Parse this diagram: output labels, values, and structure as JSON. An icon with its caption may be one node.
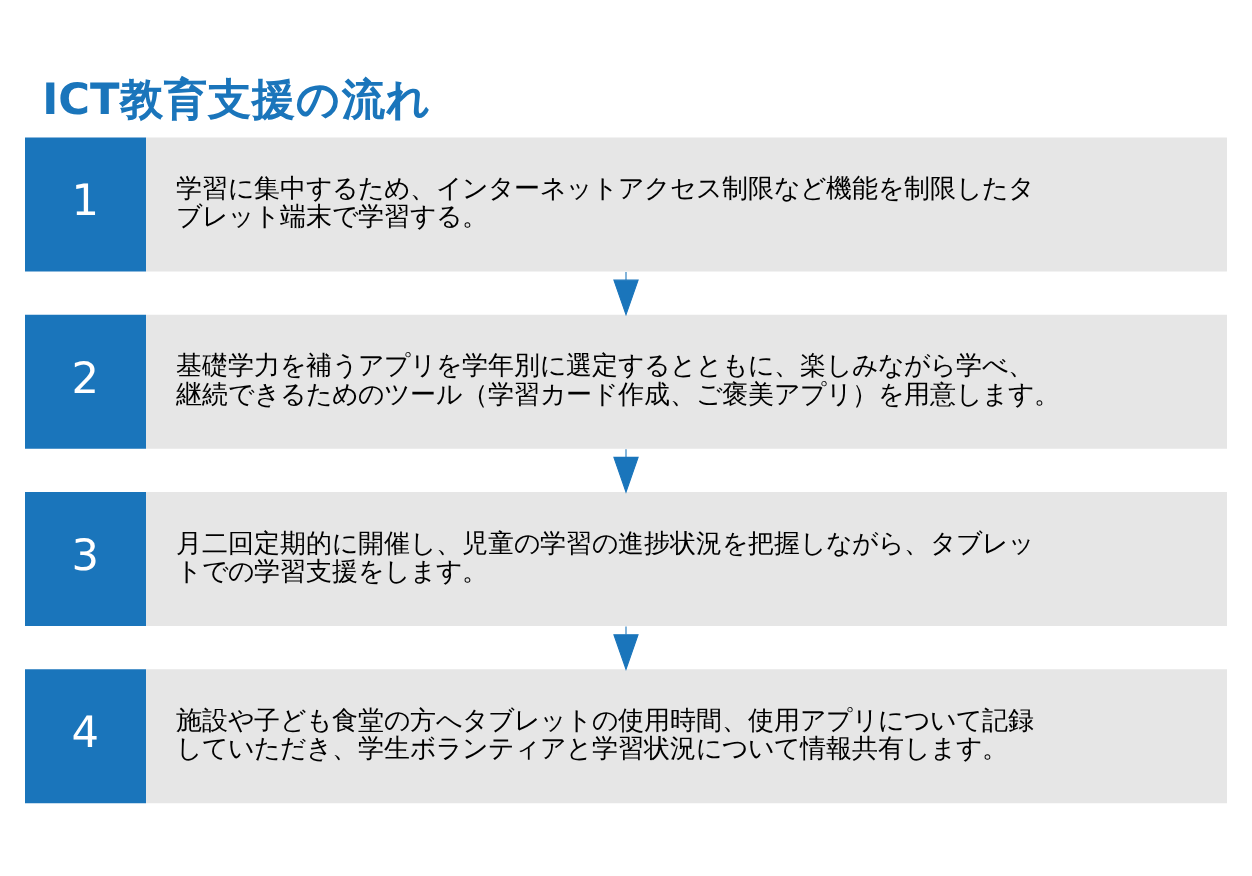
{
  "diagram": {
    "title": "ICT教育支援の流れ",
    "nodes": [
      {
        "text": [
          "1",
          "学習に集中するため、インターネットアクセス制限など機能を制限したタブレット端末で学習する。"
        ]
      },
      {
        "text": [
          "2",
          "基礎学力を補うアプリを学年別に選定するとともに、楽しみながら学べ、継続できるためのツール（学習カード作成、ご褒美アプリ）を用意します。"
        ]
      },
      {
        "text": [
          "3",
          "月二回定期的に開催し、児童の学習の進捗状況を把握しながら、タブレットでの学習支援をします。"
        ]
      },
      {
        "text": [
          "4",
          "施設や子ども食堂の方へタブレットの使用時間、使用アプリについて記録していただき、学生ボランティアと学習状況について情報共有します。"
        ]
      }
    ],
    "edges": [
      {
        "from": 0,
        "to": 1,
        "arrow": "to"
      },
      {
        "from": 1,
        "to": 2,
        "arrow": "to"
      },
      {
        "from": 2,
        "to": 3,
        "arrow": "to"
      }
    ]
  }
}
